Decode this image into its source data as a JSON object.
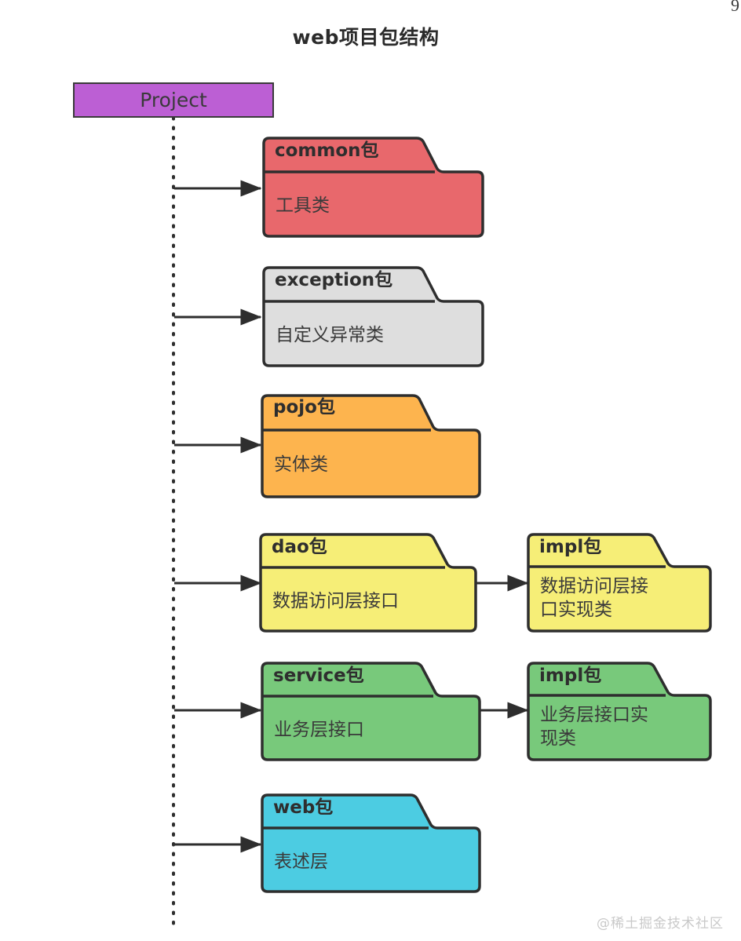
{
  "title": "web项目包结构",
  "corner_mark": "9",
  "watermark": "@稀土掘金技术社区",
  "colors": {
    "stroke": "#3a3a3a",
    "background": "#ffffff",
    "root": "#bc5fd4",
    "common": "#e8686c",
    "exception": "#dedede",
    "pojo": "#fdb44e",
    "dao": "#f6ee77",
    "service": "#78c97b",
    "web": "#4ccce2"
  },
  "root": {
    "label": "Project",
    "fill": "#bc5fd4"
  },
  "nodes": [
    {
      "id": "common",
      "tab_label": "common包",
      "body_label": "工具类",
      "fill": "#e8686c"
    },
    {
      "id": "exception",
      "tab_label": "exception包",
      "body_label": "自定义异常类",
      "fill": "#dedede"
    },
    {
      "id": "pojo",
      "tab_label": "pojo包",
      "body_label": "实体类",
      "fill": "#fdb44e"
    },
    {
      "id": "dao",
      "tab_label": "dao包",
      "body_label": "数据访问层接口",
      "fill": "#f6ee77"
    },
    {
      "id": "dao-impl",
      "tab_label": "impl包",
      "body_label": "数据访问层接\n口实现类",
      "fill": "#f6ee77"
    },
    {
      "id": "service",
      "tab_label": "service包",
      "body_label": "业务层接口",
      "fill": "#78c97b"
    },
    {
      "id": "service-impl",
      "tab_label": "impl包",
      "body_label": "业务层接口实\n现类",
      "fill": "#78c97b"
    },
    {
      "id": "web",
      "tab_label": "web包",
      "body_label": "表述层",
      "fill": "#4ccce2"
    }
  ],
  "edges": [
    {
      "from": "Project",
      "to": "common包"
    },
    {
      "from": "Project",
      "to": "exception包"
    },
    {
      "from": "Project",
      "to": "pojo包"
    },
    {
      "from": "Project",
      "to": "dao包"
    },
    {
      "from": "dao包",
      "to": "impl包"
    },
    {
      "from": "Project",
      "to": "service包"
    },
    {
      "from": "service包",
      "to": "impl包"
    },
    {
      "from": "Project",
      "to": "web包"
    }
  ]
}
